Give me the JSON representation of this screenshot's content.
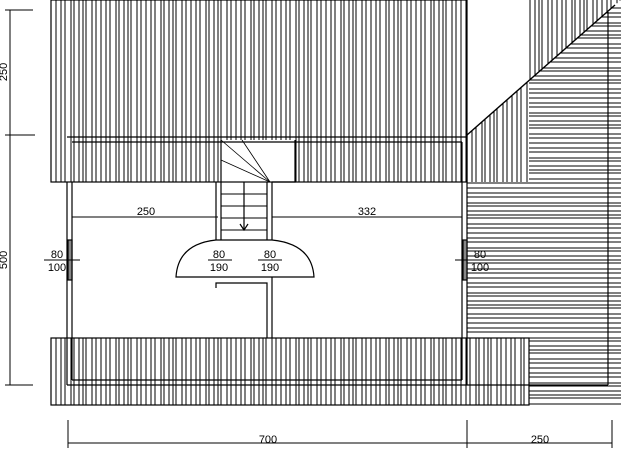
{
  "plan": {
    "colors": {
      "line": "#000000",
      "background": "#ffffff"
    },
    "dimensions": {
      "left_top": "250",
      "left_bottom": "500",
      "bottom_main": "700",
      "bottom_right": "250",
      "inner_left": "250",
      "inner_right": "332"
    },
    "openings": {
      "window_left": {
        "width": "80",
        "height": "100"
      },
      "window_right": {
        "width": "80",
        "height": "100"
      },
      "door_left": {
        "width": "80",
        "height": "190"
      },
      "door_right": {
        "width": "80",
        "height": "190"
      }
    }
  }
}
